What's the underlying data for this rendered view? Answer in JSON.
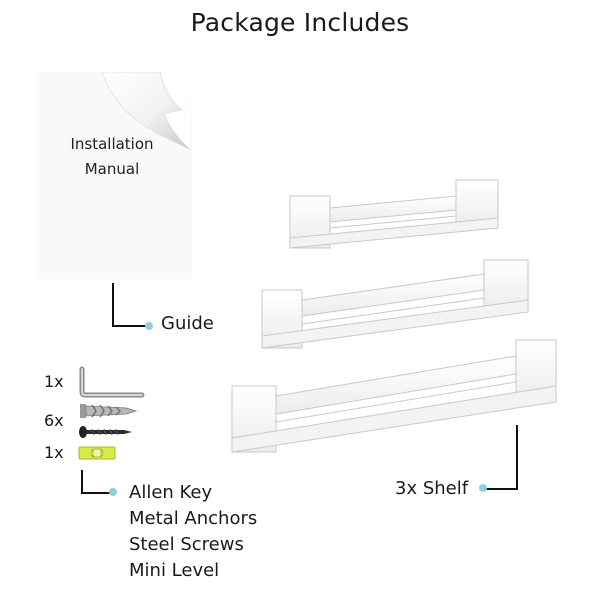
{
  "title": "Package Includes",
  "manual": {
    "line1": "Installation",
    "line2": "Manual"
  },
  "guide_label": "Guide",
  "shelf_label": "3x Shelf",
  "quantities": {
    "allen_key": "1x",
    "anchors_screws": "6x",
    "level": "1x"
  },
  "parts": [
    "Allen Key",
    "Metal Anchors",
    "Steel Screws",
    "Mini Level"
  ],
  "icons": [
    "allen-key-icon",
    "anchor-icon",
    "screw-icon",
    "level-icon"
  ],
  "colors": {
    "dot": "#8fd0df",
    "shelf": "#ffffff",
    "level": "#cdea3a"
  }
}
